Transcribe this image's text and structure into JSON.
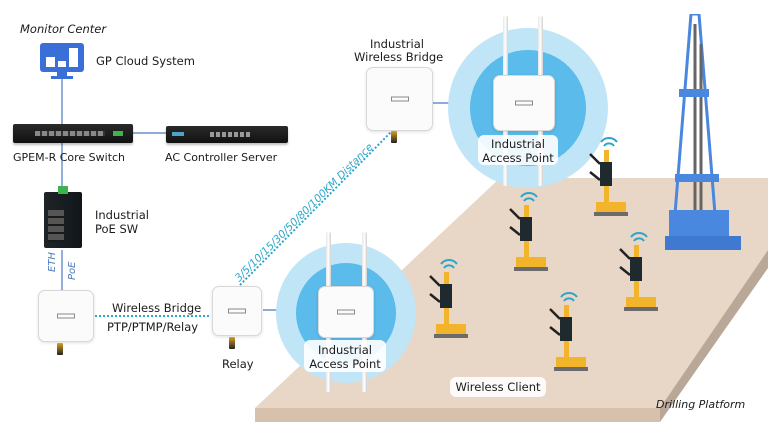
{
  "monitor_center": {
    "title": "Monitor Center"
  },
  "cloud": {
    "label": "GP Cloud System",
    "icon": "monitor-dashboard-icon",
    "color": "#3a6fd8"
  },
  "core_switch": {
    "label": "GPEM-R Core Switch"
  },
  "ac_controller": {
    "label": "AC Controller Server"
  },
  "poe_switch": {
    "label_line1": "Industrial",
    "label_line2": "PoE SW"
  },
  "link_labels": {
    "eth": "ETH",
    "poe": "PoE"
  },
  "wireless_bridge_link": {
    "line1": "Wireless Bridge",
    "line2": "PTP/PTMP/Relay"
  },
  "relay": {
    "label": "Relay"
  },
  "distance_link": {
    "label": "3/5/10/15/30/50/80/100KM Distance",
    "color": "#2fa5c9"
  },
  "industrial_bridge": {
    "line1": "Industrial",
    "line2": "Wireless Bridge"
  },
  "access_point_top": {
    "line1": "Industrial",
    "line2": "Access Point"
  },
  "access_point_bottom": {
    "line1": "Industrial",
    "line2": "Access Point"
  },
  "wireless_client": {
    "label": "Wireless Client"
  },
  "platform": {
    "label": "Drilling Platform",
    "color": "#e8d6c6"
  },
  "colors": {
    "coverage_outer": "#bfe5f7",
    "coverage_inner": "#5bbbea",
    "derrick": "#4a88e0",
    "rig": "#f2b42a"
  }
}
